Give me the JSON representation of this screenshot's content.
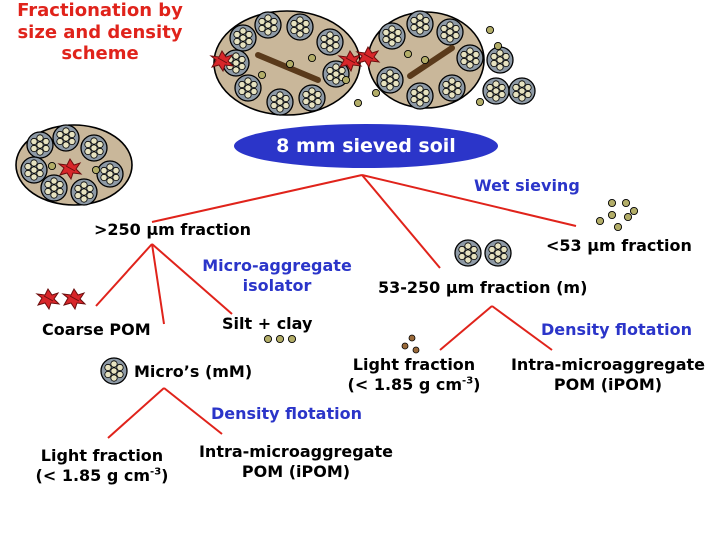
{
  "title": "Fractionation by size and density scheme",
  "root": "8 mm sieved soil",
  "wet_sieving": "Wet sieving",
  "left_branch": {
    "fraction_prefix": ">250 ",
    "mu": "µ",
    "fraction_suffix": "m fraction",
    "isolator_line1": "Micro-aggregate",
    "isolator_line2": "isolator",
    "coarse_pom": "Coarse POM",
    "silt_clay": "Silt + clay",
    "micros": "Micro’s (mM)",
    "density_flotation": "Density flotation",
    "light_line1": "Light fraction",
    "light_line2_prefix": "(< 1.85 g cm",
    "light_sup": "-3",
    "light_line2_suffix": ")",
    "ipom_line1": "Intra-microaggregate",
    "ipom_line2": "POM (iPOM)"
  },
  "middle_branch": {
    "fraction_prefix": "53-250 ",
    "mu": "µ",
    "fraction_suffix": "m fraction (m)",
    "density_flotation": "Density flotation",
    "light_line1": "Light fraction",
    "light_line2_prefix": "(< 1.85 g cm",
    "light_sup": "-3",
    "light_line2_suffix": ")",
    "ipom_line1": "Intra-microaggregate",
    "ipom_line2": "POM (iPOM)"
  },
  "right_branch": {
    "fraction_prefix": "<53 ",
    "mu": "µ",
    "fraction_suffix": "m fraction"
  },
  "colors": {
    "red": "#e0231b",
    "blue": "#2b35c9",
    "aggregate_fill": "#c9b79a",
    "micro_fill": "#8e9aa6",
    "pom_red": "#d8262a"
  }
}
